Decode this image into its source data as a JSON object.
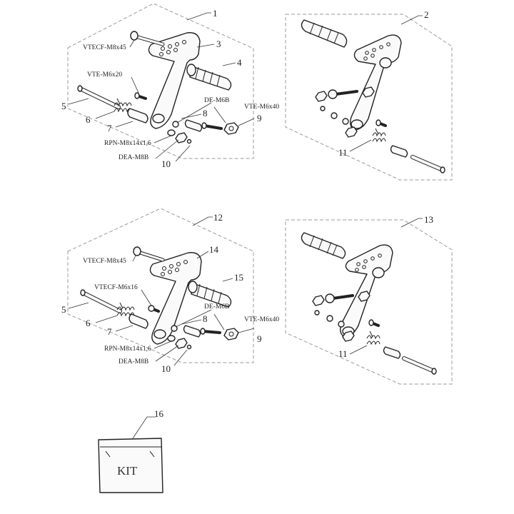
{
  "callouts": {
    "a1": "1",
    "a2": "2",
    "a3": "3",
    "a4": "4",
    "a5": "5",
    "a6": "6",
    "a7": "7",
    "a8": "8",
    "a9": "9",
    "a10": "10",
    "a11": "11",
    "b12": "12",
    "b13": "13",
    "b14": "14",
    "b15": "15",
    "b5": "5",
    "b6": "6",
    "b7": "7",
    "b8": "8",
    "b9": "9",
    "b10": "10",
    "b11": "11",
    "c16": "16"
  },
  "codes": {
    "a_vtecf": "VTECF-M8x45",
    "a_vte20": "VTE-M6x20",
    "a_de": "DE-M6B",
    "a_vte40": "VTE-M6x40",
    "a_rpn": "RPN-M8x14x1,6",
    "a_dea": "DEA-M8B",
    "b_vtecf": "VTECF-M8x45",
    "b_vtecf16": "VTECF-M6x16",
    "b_de": "DE-M6B",
    "b_vte40": "VTE-M6x40",
    "b_rpn": "RPN-M8x14x1,6",
    "b_dea": "DEA-M8B"
  },
  "kit": {
    "label": "KIT"
  },
  "colors": {
    "line": "#222222",
    "frame": "#9a9a9a",
    "background": "#ffffff"
  }
}
